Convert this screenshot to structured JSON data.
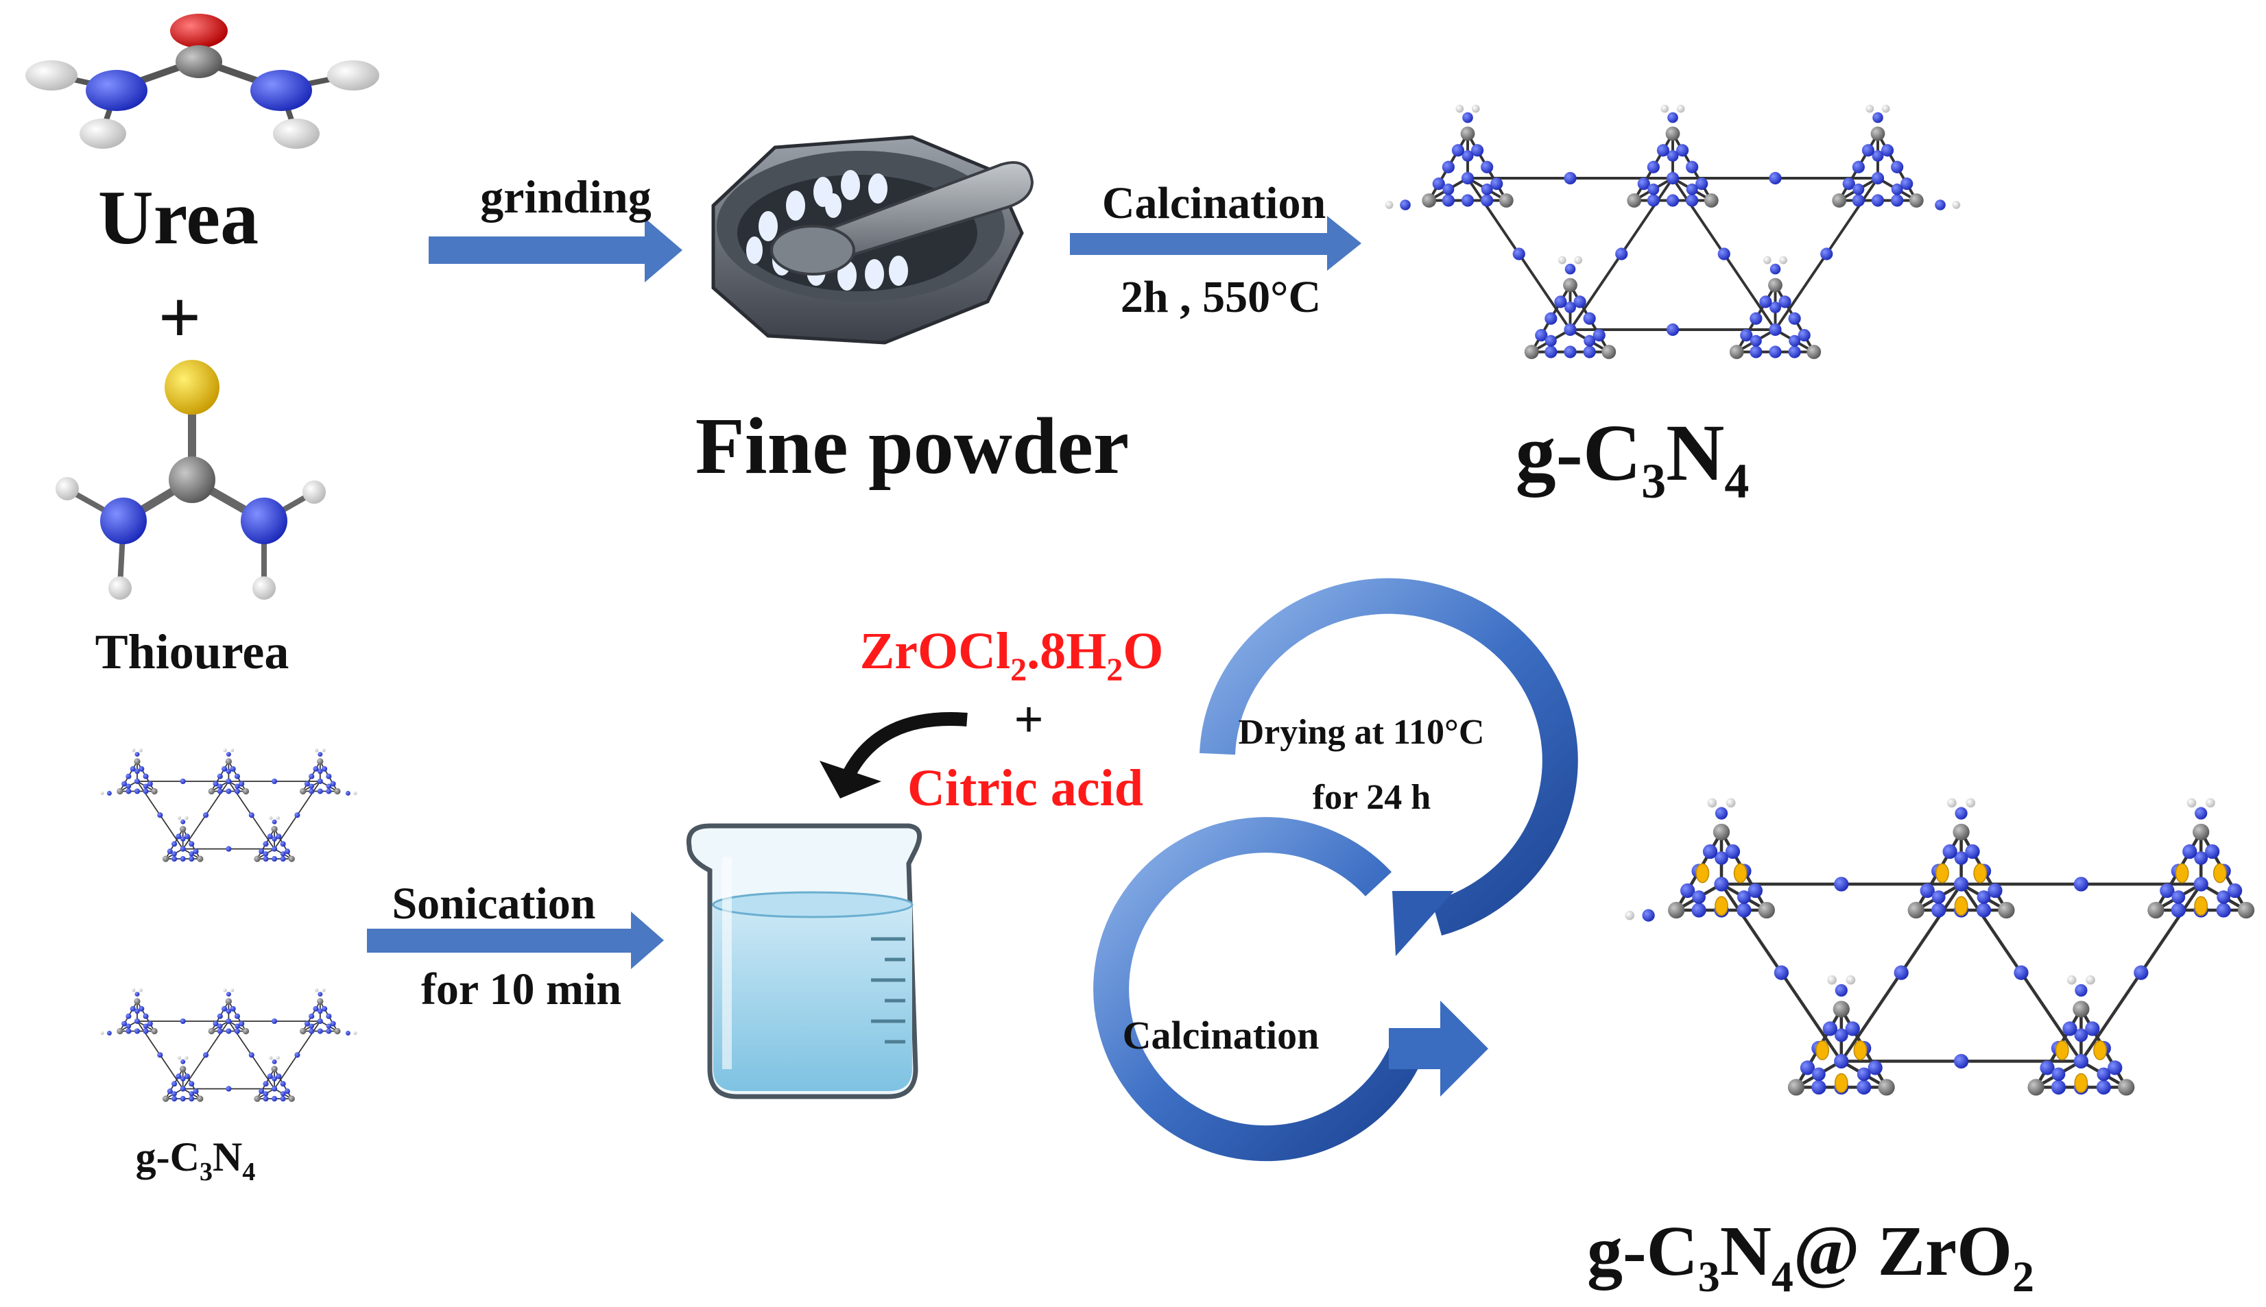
{
  "labels": {
    "urea": "Urea",
    "plus1": "+",
    "thiourea": "Thiourea",
    "grinding": "grinding",
    "fine_powder": "Fine powder",
    "calcination1": "Calcination",
    "conditions1": "2h , 550°C",
    "gcn_top": {
      "base": "g-C",
      "s1": "3",
      "mid": "N",
      "s2": "4"
    },
    "gcn_small": {
      "base": "g-C",
      "s1": "3",
      "mid": "N",
      "s2": "4"
    },
    "sonication": "Sonication",
    "sonication_time": "for 10 min",
    "zr_salt": {
      "a": "ZrOCl",
      "s1": "2",
      "b": ".8H",
      "s2": "2",
      "c": "O"
    },
    "plus2": "+",
    "citric_acid": "Citric acid",
    "drying": "Drying at 110°C",
    "drying_time": "for 24 h",
    "calcination2": "Calcination",
    "product": {
      "a": "g-C",
      "s1": "3",
      "b": "N",
      "s2": "4",
      "c": "@ ZrO",
      "s3": "2"
    }
  },
  "colors": {
    "arrow_blue": "#4a78c2",
    "nitrogen": "#2a3cd8",
    "carbon": "#7a7a7a",
    "hydrogen": "#e8e8e8",
    "oxygen": "#dd1111",
    "sulfur": "#e6c200",
    "zr_particle": "#f6b400",
    "reagent_red": "#ff1a1a"
  },
  "icons": [
    "urea-molecule-icon",
    "thiourea-molecule-icon",
    "mortar-pestle-icon",
    "gcn-network-icon",
    "beaker-icon",
    "gcn-zro2-network-icon"
  ]
}
